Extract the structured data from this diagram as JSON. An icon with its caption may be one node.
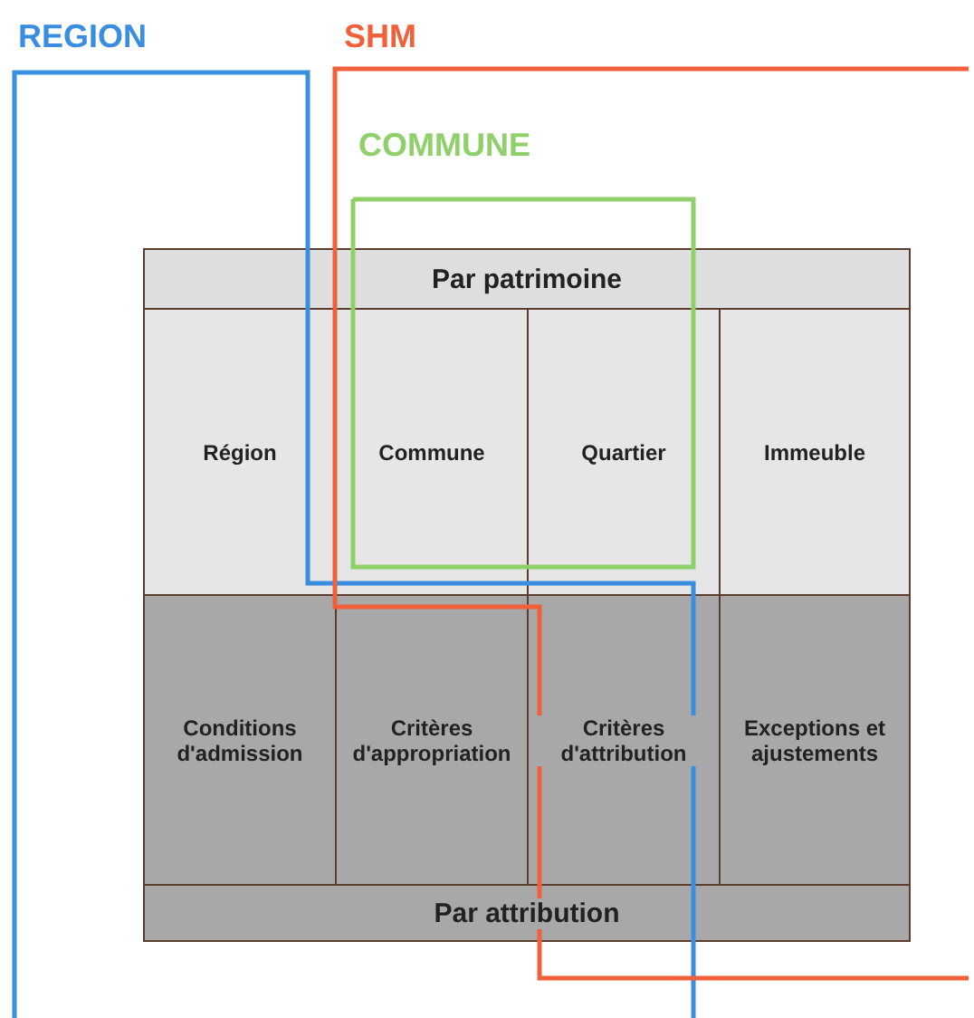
{
  "diagram": {
    "nodes": [
      {
        "text": [
          "REGION"
        ]
      },
      {
        "text": [
          "SHM"
        ]
      },
      {
        "text": [
          "COMMUNE"
        ]
      },
      {
        "text": [
          "Par patrimoine"
        ]
      },
      {
        "text": [
          "Région"
        ]
      },
      {
        "text": [
          "Commune"
        ]
      },
      {
        "text": [
          "Quartier"
        ]
      },
      {
        "text": [
          "Immeuble"
        ]
      },
      {
        "text": [
          "Conditions d'admission"
        ]
      },
      {
        "text": [
          "Critères d'appropriation"
        ]
      },
      {
        "text": [
          "Critères d'attribution"
        ]
      },
      {
        "text": [
          "Exceptions et ajustements"
        ]
      },
      {
        "text": [
          "Par attribution"
        ]
      }
    ],
    "edges": []
  }
}
